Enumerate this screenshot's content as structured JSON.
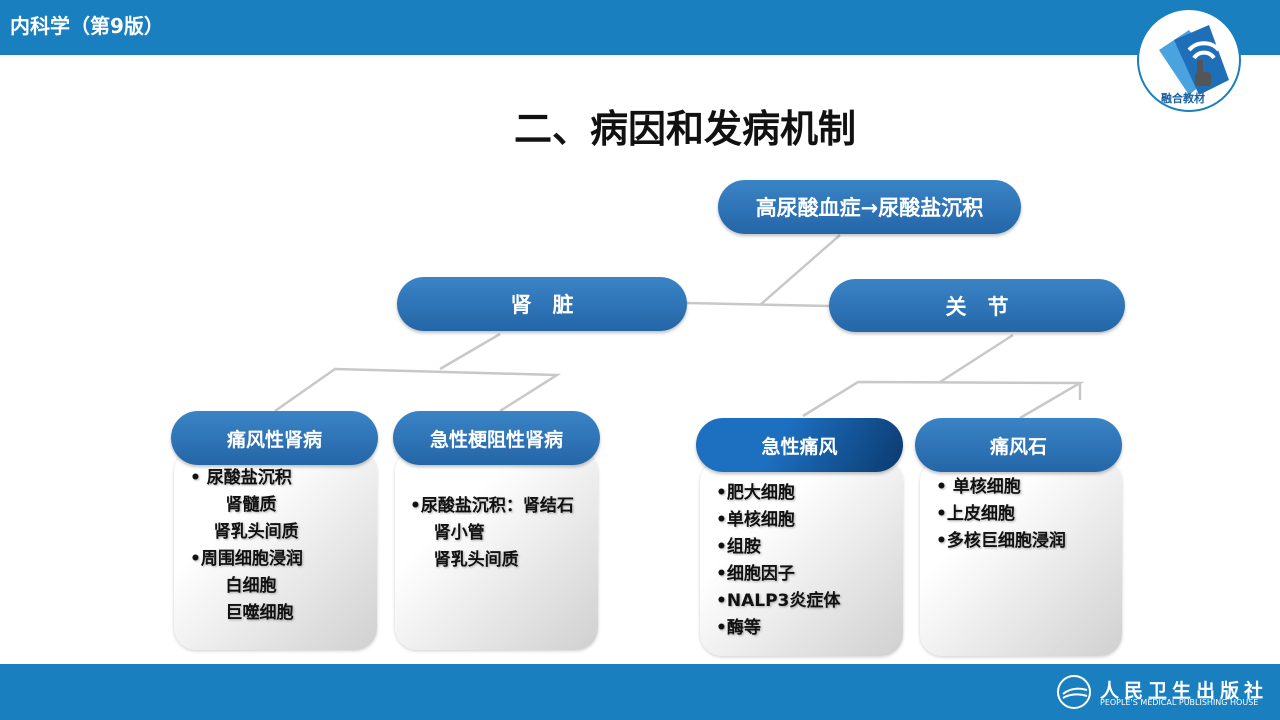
{
  "header": {
    "title": "内科学（第9版）"
  },
  "logo": {
    "text": "融合教材"
  },
  "slide": {
    "title": "二、病因和发病机制"
  },
  "nodes": {
    "root": "高尿酸血症→尿酸盐沉积",
    "kidney": "肾　脏",
    "joint": "关　节",
    "gout_nephropathy": "痛风性肾病",
    "acute_obstructive": "急性梗阻性肾病",
    "acute_gout": "急性痛风",
    "tophus": "痛风石"
  },
  "cards": {
    "gout_nephropathy": [
      "• 尿酸盐沉积",
      "      肾髓质",
      "    肾乳头间质",
      "•周围细胞浸润",
      "      白细胞",
      "      巨噬细胞"
    ],
    "acute_obstructive": [
      "•尿酸盐沉积：肾结石",
      "    肾小管",
      "    肾乳头间质"
    ],
    "acute_gout": [
      "•肥大细胞",
      "•单核细胞",
      "•组胺",
      "•细胞因子",
      "•NALP3炎症体",
      "•酶等"
    ],
    "tophus": [
      "• 单核细胞",
      "•上皮细胞",
      "•多核巨细胞浸润"
    ]
  },
  "footer": {
    "publisher_cn": "人民卫生出版社",
    "publisher_en": "PEOPLE'S MEDICAL PUBLISHING HOUSE"
  },
  "colors": {
    "brand": "#1a7fbf",
    "node": "#2e75b6"
  }
}
